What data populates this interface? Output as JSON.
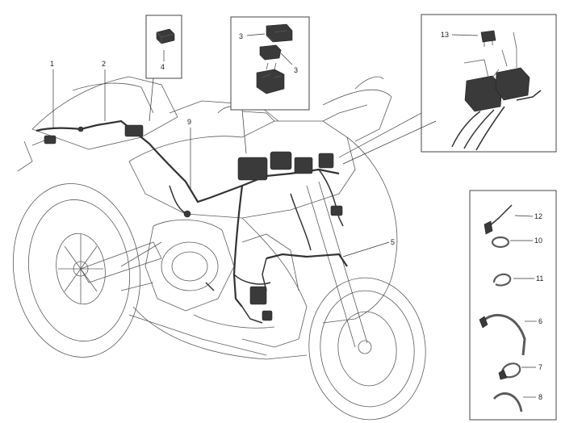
{
  "diagram": {
    "labels": {
      "l1": "1",
      "l2": "2",
      "l3a": "3",
      "l3b": "3",
      "l4": "4",
      "l5": "5",
      "l9": "9",
      "l10": "10",
      "l11": "11",
      "l12": "12",
      "l13": "13",
      "l6": "6",
      "l7": "7",
      "l8": "8"
    }
  }
}
